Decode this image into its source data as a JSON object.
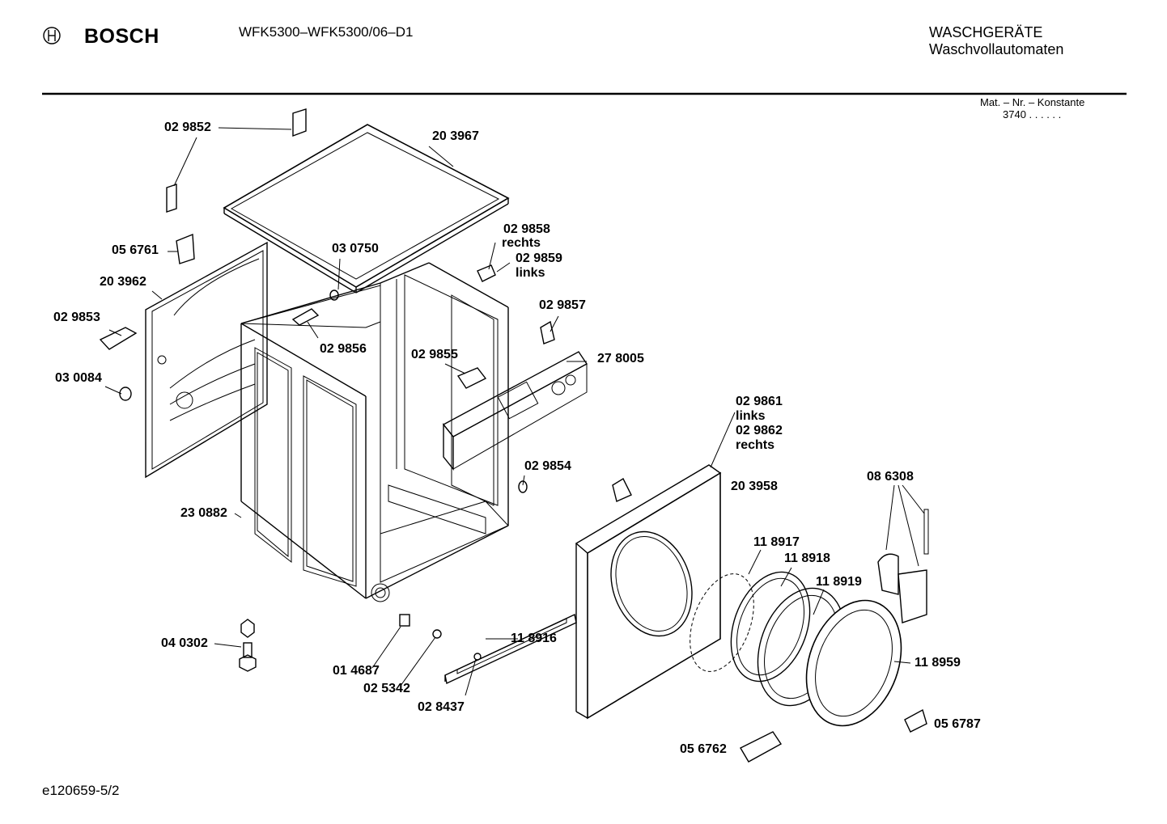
{
  "header": {
    "brand": "BOSCH",
    "model": "WFK5300–WFK5300/06–D1",
    "category": "WASCHGERÄTE",
    "subcategory": "Waschvollautomaten",
    "mat_label": "Mat. – Nr. – Konstante",
    "mat_value": "3740 .  .  .  .  .  ."
  },
  "parts": {
    "p_029852": "02 9852",
    "p_203967": "20 3967",
    "p_056761": "05 6761",
    "p_030750": "03 0750",
    "p_029858": "02 9858",
    "p_rechts_1": "rechts",
    "p_029859": "02 9859",
    "p_links_1": "links",
    "p_203962": "20 3962",
    "p_029857": "02 9857",
    "p_029853": "02 9853",
    "p_029856": "02 9856",
    "p_029855": "02 9855",
    "p_278005": "27 8005",
    "p_030084": "03 0084",
    "p_029861": "02 9861",
    "p_links_2": "links",
    "p_029862": "02 9862",
    "p_rechts_2": "rechts",
    "p_029854": "02 9854",
    "p_203958": "20 3958",
    "p_086308": "08 6308",
    "p_230882": "23 0882",
    "p_118917": "11 8917",
    "p_118918": "11 8918",
    "p_118919": "11 8919",
    "p_040302": "04 0302",
    "p_118916": "11 8916",
    "p_118959": "11 8959",
    "p_014687": "01 4687",
    "p_025342": "02 5342",
    "p_028437": "02 8437",
    "p_056787": "05 6787",
    "p_056762": "05 6762"
  },
  "footer": {
    "code": "e120659‑5/2"
  }
}
